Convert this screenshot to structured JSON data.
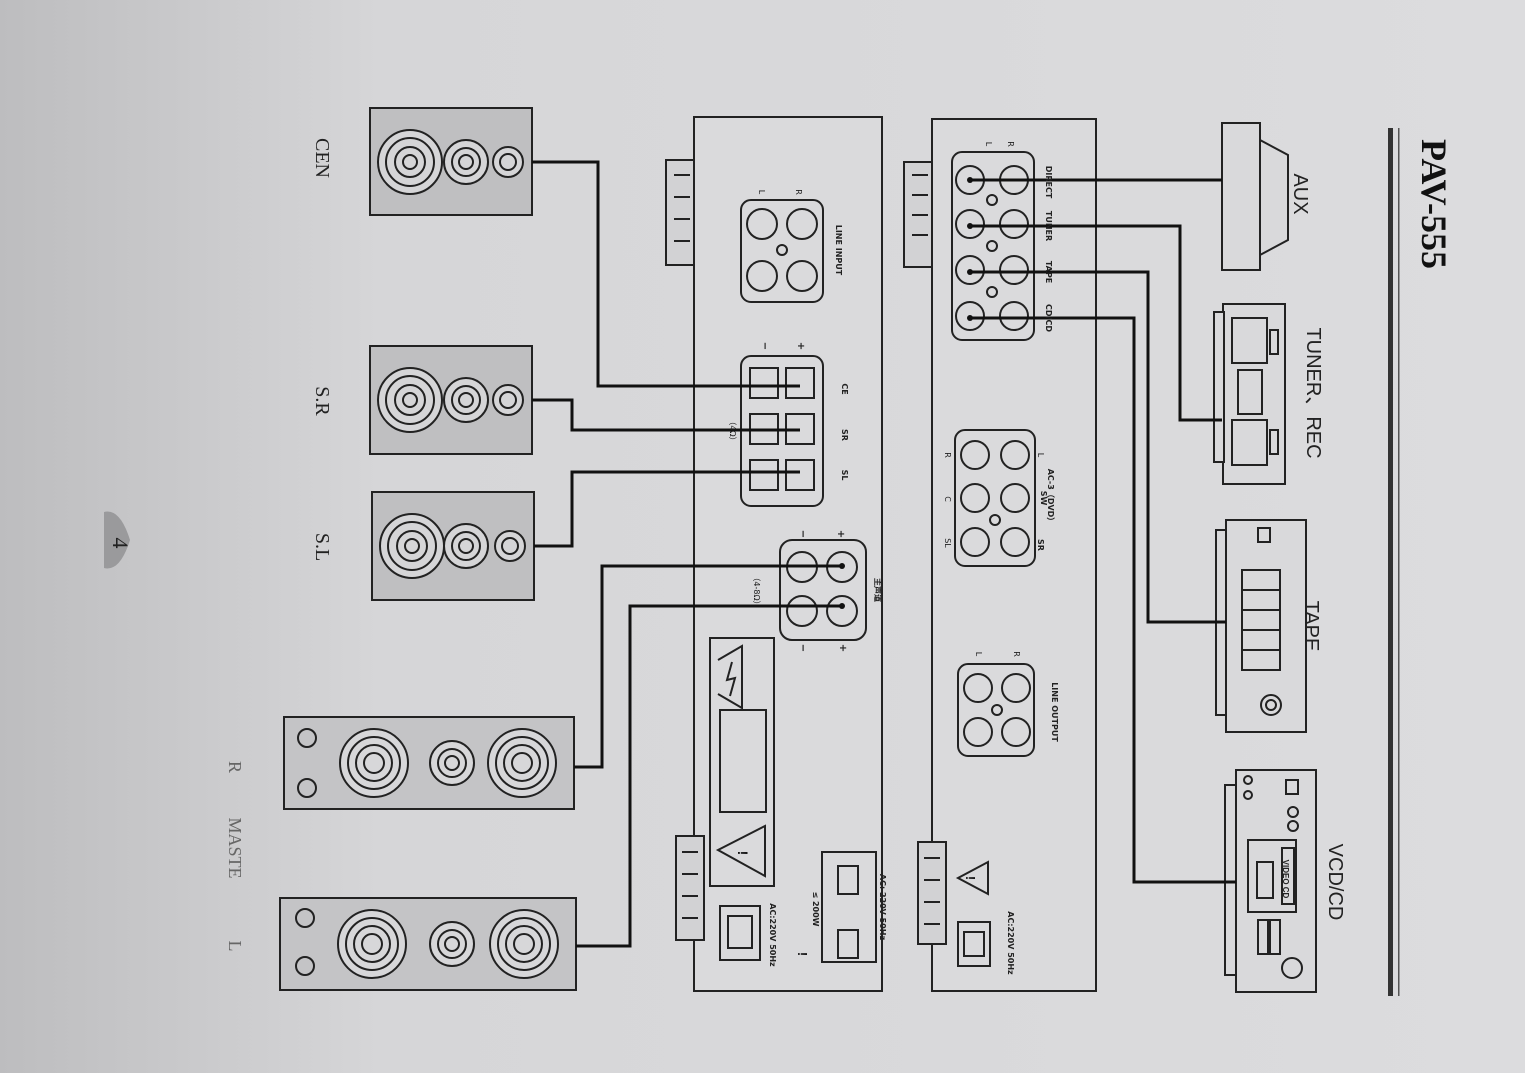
{
  "document": {
    "model_title": "PAV-555",
    "page_number": "4",
    "sources": {
      "aux": "AUX",
      "tuner_rec": "TUNER、REC",
      "tape": "TAPE",
      "vcd_cd": "VCD/CD",
      "vcd_panel_label": "VIDEO CD"
    },
    "speakers": {
      "cen": "CEN",
      "sr": "S.R",
      "sl": "S.L",
      "master_r": "R",
      "master_label": "MASTE",
      "master_l": "L"
    },
    "preamp": {
      "input_labels": [
        "DIRECT",
        "TUNER",
        "TAPE",
        "CD/CD"
      ],
      "r": "R",
      "l": "L",
      "ac3_title": "AC-3（DVD）",
      "ac3_sw": "SW",
      "ac3_sr": "SR",
      "ac3_l": "L",
      "ac3_r": "R",
      "ac3_c": "C",
      "ac3_sl": "SL",
      "line_output": "LINE OUTPUT",
      "power": "AC:220V 50Hz"
    },
    "amplifier": {
      "line_input": "LINE INPUT",
      "r": "R",
      "l": "L",
      "surround_labels": [
        "CE",
        "SR",
        "SL"
      ],
      "plus": "+",
      "minus": "−",
      "surround_impedance": "（4Ω）",
      "main_channel": "主声道",
      "main_impedance": "（4-8Ω）",
      "power_rating": "AC: 220V 50Hz",
      "max_power": "≤ 200W",
      "power": "AC:220V 50Hz"
    }
  }
}
